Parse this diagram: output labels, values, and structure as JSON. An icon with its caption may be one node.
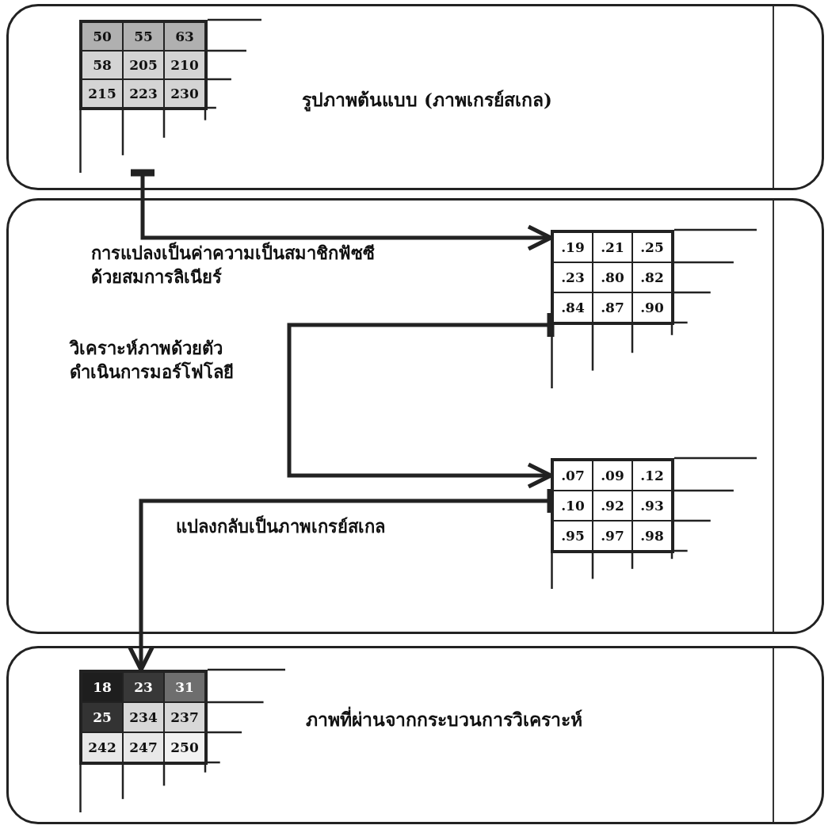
{
  "diagram": {
    "nodes": [
      {
        "text": [
          "รูปภาพต้นแบบ (ภาพเกรย์สเกล)"
        ]
      },
      {
        "text": [
          "50",
          "55",
          "63",
          "58",
          "205",
          "210",
          "215",
          "223",
          "230"
        ],
        "in": 0
      },
      {
        "text": [],
        "shape": "box"
      },
      {
        "text": [
          ".19",
          ".21",
          ".25",
          ".23",
          ".80",
          ".82",
          ".84",
          ".87",
          ".90"
        ],
        "in": 2
      },
      {
        "text": [
          ".07",
          ".09",
          ".12",
          ".10",
          ".92",
          ".93",
          ".95",
          ".97",
          ".98"
        ],
        "in": 2
      },
      {
        "text": [
          "ภาพที่ผ่านจากกระบวนการวิเคราะห์"
        ]
      },
      {
        "text": [
          "18",
          "23",
          "31",
          "25",
          "234",
          "237",
          "242",
          "247",
          "250"
        ],
        "in": 5
      }
    ],
    "edges": [
      {
        "from": 1,
        "to": 3,
        "arrow": "to",
        "label": "การแปลงเป็นค่าความเป็นสมาชิกฟัซซีด้วยสมการลิเนียร์"
      },
      {
        "from": 3,
        "to": 4,
        "arrow": "to",
        "label": "วิเคราะห์ภาพด้วยตัวดำเนินการมอร์โฟโลยี"
      },
      {
        "from": 4,
        "to": 6,
        "arrow": "to",
        "label": "แปลงกลับเป็นภาพเกรย์สเกล"
      }
    ]
  }
}
